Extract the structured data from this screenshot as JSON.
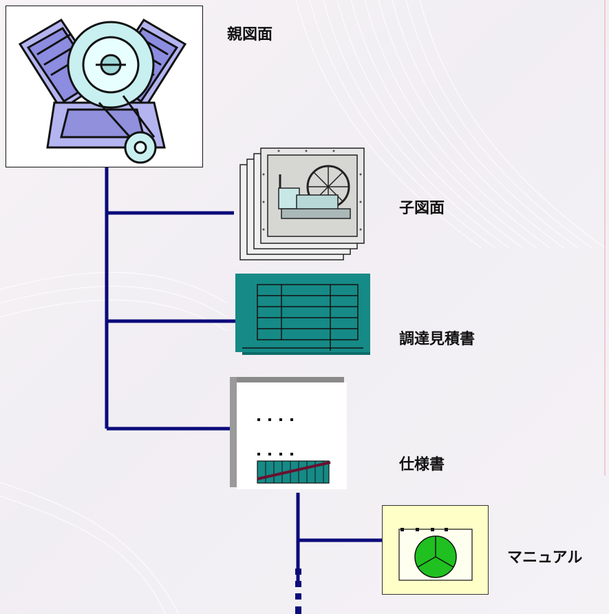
{
  "labels": {
    "parent": "親図面",
    "child": "子図面",
    "quote": "調達見積書",
    "spec": "仕様書",
    "manual": "マニュアル"
  },
  "colors": {
    "connector": "#0b0b7a",
    "teal": "#168a86",
    "manual_bg": "#ffffc8",
    "pie": "#20c020"
  },
  "icons": [
    "engine-icon",
    "steam-engine-drawing-icon",
    "spreadsheet-icon",
    "document-icon",
    "pie-chart-icon"
  ]
}
